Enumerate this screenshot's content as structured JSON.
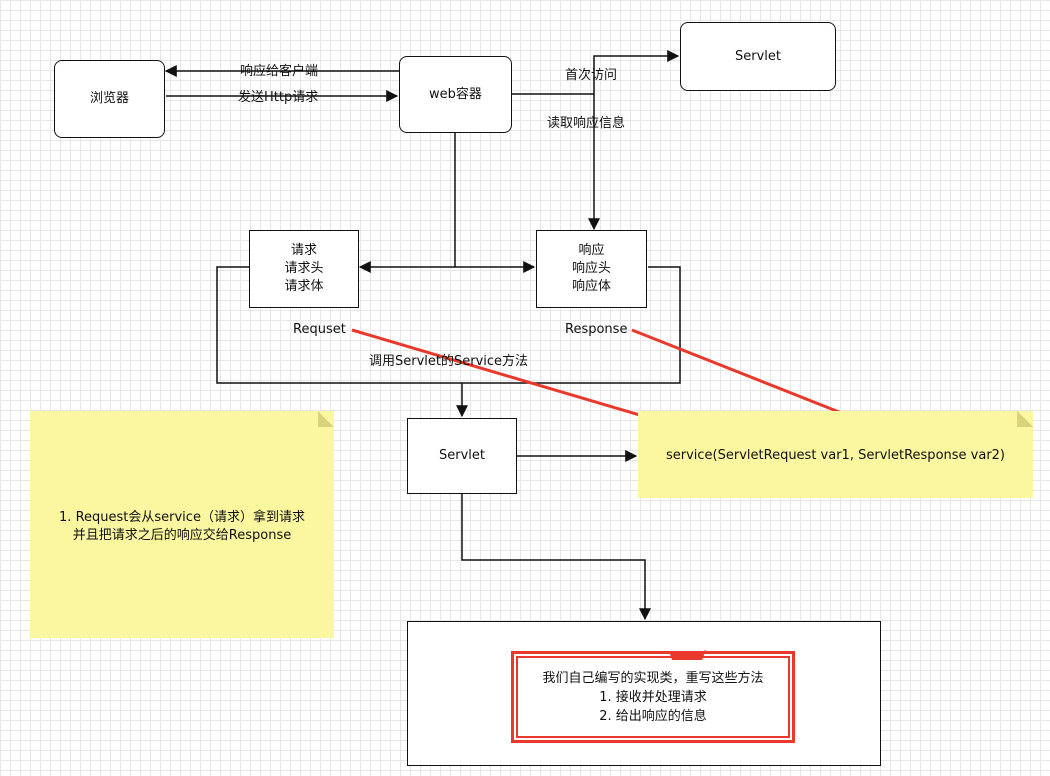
{
  "nodes": {
    "browser": "浏览器",
    "web_container": "web容器",
    "servlet_top": "Servlet",
    "request_box": [
      "请求",
      "请求头",
      "请求体"
    ],
    "response_box": [
      "响应",
      "响应头",
      "响应体"
    ],
    "servlet_mid": "Servlet"
  },
  "edges": {
    "resp_to_client": "响应给客户端",
    "send_http": "发送Http请求",
    "first_visit": "首次访问",
    "read_response": "读取响应信息",
    "requset": "Requset",
    "response": "Response",
    "call_service": "调用Servlet的Service方法"
  },
  "notes": {
    "left_note": [
      "1. Request会从service（请求）拿到请求",
      "并且把请求之后的响应交给Response"
    ],
    "service_signature": "service(ServletRequest var1, ServletResponse var2)"
  },
  "impl_box": {
    "lines": [
      "我们自己编写的实现类，重写这些方法",
      "1. 接收并处理请求",
      "2. 给出响应的信息"
    ]
  },
  "colors": {
    "highlight_red": "#e8392c",
    "note_yellow": "#fbf7a0"
  }
}
